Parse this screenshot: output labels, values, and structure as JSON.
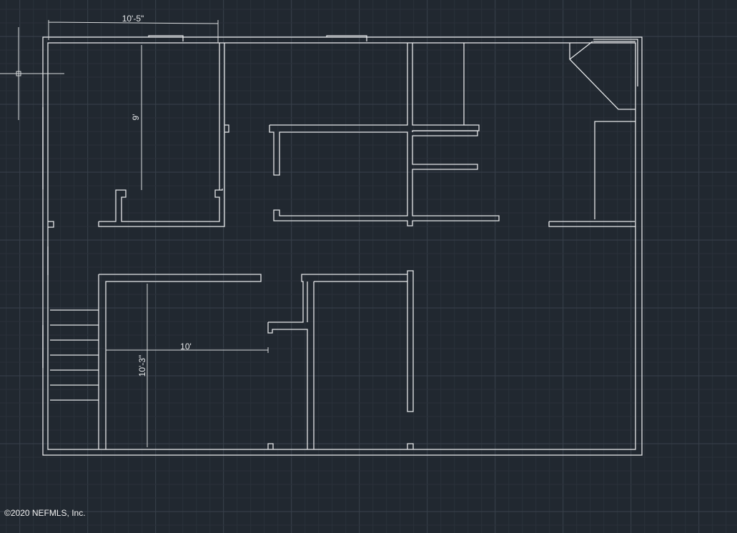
{
  "colors": {
    "background": "#212830",
    "lines": "#e6e8ea",
    "grid_minor": "#2a313a",
    "grid_major": "#39414b"
  },
  "dimensions": {
    "top_width": "10'-5\"",
    "top_height": "9'",
    "bottom_width": "10'",
    "bottom_height": "10'-3\""
  },
  "copyright": "©2020 NEFMLS, Inc."
}
